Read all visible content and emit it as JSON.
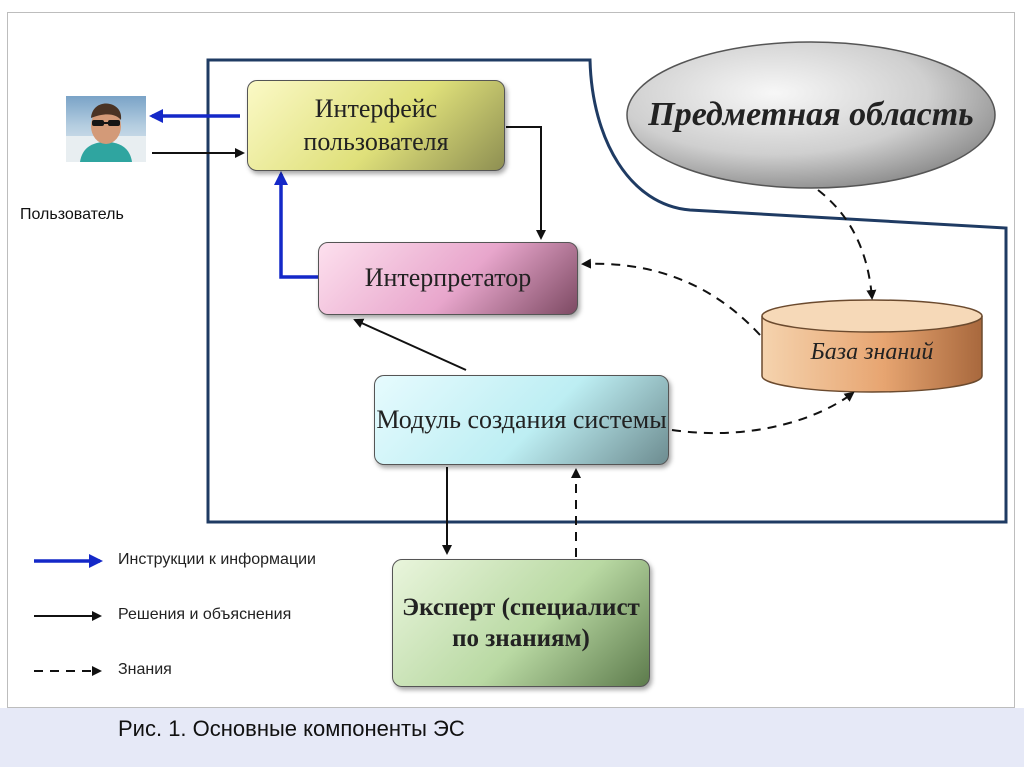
{
  "diagram": {
    "user_label": "Пользователь",
    "domain_label": "Предметная область",
    "knowledge_base_label": "База знаний",
    "boxes": {
      "user_interface": "Интерфейс пользователя",
      "interpreter": "Интерпретатор",
      "system_builder": "Модуль создания системы",
      "expert": "Эксперт (специалист по знаниям)"
    },
    "legend": [
      {
        "label": "Инструкции к информации",
        "style": "blue-solid"
      },
      {
        "label": "Решения и объяснения",
        "style": "black-solid"
      },
      {
        "label": "Знания",
        "style": "black-dashed"
      }
    ],
    "caption": "Рис. 1. Основные компоненты ЭС",
    "colors": {
      "instruction_arrow": "#1428c8",
      "solution_arrow": "#111111",
      "boundary": "#1f3b63"
    }
  }
}
